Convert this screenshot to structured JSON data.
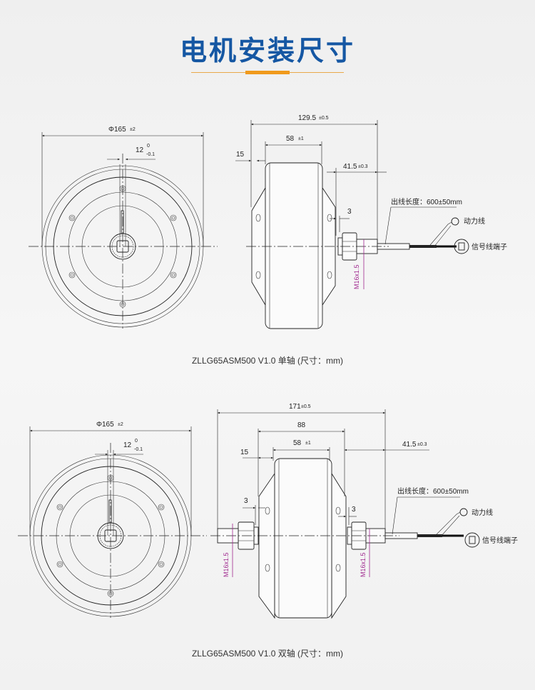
{
  "header": {
    "title": "电机安装尺寸"
  },
  "colors": {
    "title": "#1557a3",
    "accent": "#f09a1c",
    "thread_dim": "#a0288f"
  },
  "drawings": [
    {
      "caption": "ZLLG65ASM500 V1.0 单轴 (尺寸：mm)",
      "front": {
        "diameter": "Φ165",
        "diameter_tol": "±2",
        "flat": "12",
        "flat_tol_upper": "0",
        "flat_tol_lower": "-0.1"
      },
      "side": {
        "overall": "129.5",
        "overall_tol": "±0.5",
        "width": "58",
        "width_tol": "±1",
        "offset": "15",
        "shaft": "41.5",
        "shaft_tol": "±0.3",
        "gap": "3",
        "thread": "M16x1.5",
        "cable_length": "出线长度：600±50mm",
        "power_wire": "动力线",
        "signal_terminal": "信号线端子"
      }
    },
    {
      "caption": "ZLLG65ASM500 V1.0 双轴 (尺寸：mm)",
      "front": {
        "diameter": "Φ165",
        "diameter_tol": "±2",
        "flat": "12",
        "flat_tol_upper": "0",
        "flat_tol_lower": "-0.1"
      },
      "side": {
        "overall": "171",
        "overall_tol": "±0.5",
        "hub": "88",
        "width": "58",
        "width_tol": "±1",
        "offset": "15",
        "shaft": "41.5",
        "shaft_tol": "±0.3",
        "gap_left": "3",
        "gap_right": "3",
        "thread_left": "M16x1.5",
        "thread_right": "M16x1.5",
        "cable_length": "出线长度：600±50mm",
        "power_wire": "动力线",
        "signal_terminal": "信号线端子"
      }
    }
  ]
}
